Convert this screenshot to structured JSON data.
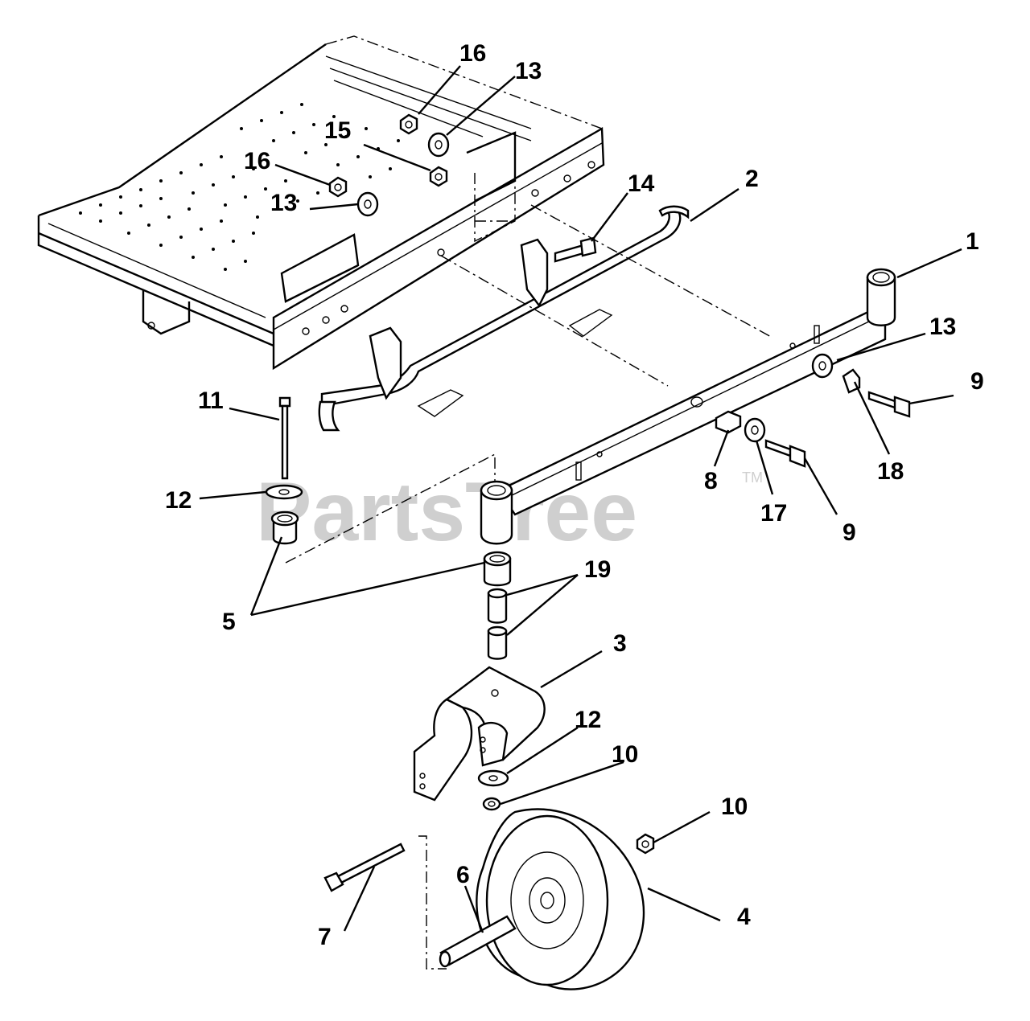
{
  "watermark": {
    "text": "PartsTree",
    "trademark": "TM"
  },
  "callouts": {
    "c1": "1",
    "c2": "2",
    "c3": "3",
    "c4": "4",
    "c5": "5",
    "c6": "6",
    "c7": "7",
    "c8": "8",
    "c9a": "9",
    "c9b": "9",
    "c10a": "10",
    "c10b": "10",
    "c11": "11",
    "c12a": "12",
    "c12b": "12",
    "c13a": "13",
    "c13b": "13",
    "c13c": "13",
    "c14": "14",
    "c15": "15",
    "c16a": "16",
    "c16b": "16",
    "c17": "17",
    "c18": "18",
    "c19": "19"
  }
}
